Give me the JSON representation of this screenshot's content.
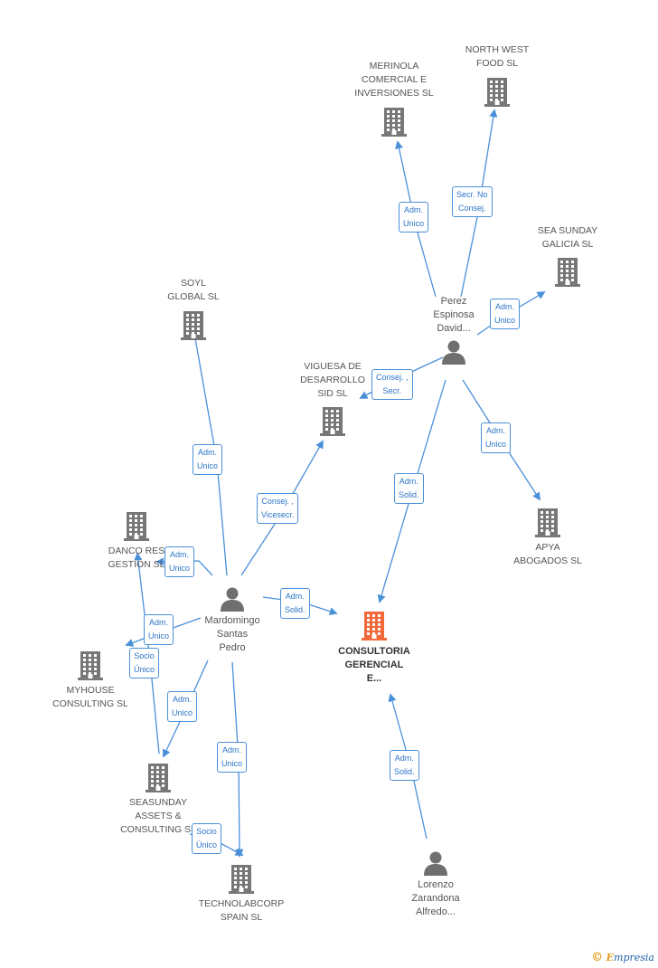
{
  "colors": {
    "edge": "#4a90d9",
    "company": "#777777",
    "main_company": "#f26a3a",
    "person": "#6f6f6f"
  },
  "nodes": {
    "merinola": "MERINOLA\nCOMERCIAL E\nINVERSIONES SL",
    "northwest": "NORTH WEST\nFOOD SL",
    "seasunday_galicia": "SEA SUNDAY\nGALICIA SL",
    "perez": "Perez\nEspinosa\nDavid...",
    "soyl": "SOYL\nGLOBAL SL",
    "viguesa": "VIGUESA DE\nDESARROLLO\nSID  SL",
    "apya": "APYA\nABOGADOS SL",
    "danco": "DANCO RES\nGESTION  SL",
    "mardomingo": "Mardomingo\nSantas\nPedro",
    "consultoria": "CONSULTORIA\nGERENCIAL\nE...",
    "myhouse": "MYHOUSE\nCONSULTING SL",
    "seasunday_assets": "SEASUNDAY\nASSETS &\nCONSULTING SL",
    "technolab": "TECHNOLABCORP\nSPAIN SL",
    "lorenzo": "Lorenzo\nZarandona\nAlfredo..."
  },
  "edge_labels": {
    "perez_merinola": "Adm.\nUnico",
    "perez_northwest": "Secr.  No\nConsej.",
    "perez_seasunday": "Adm.\nUnico",
    "perez_viguesa": "Consej. ,\nSecr.",
    "perez_apya": "Adm.\nUnico",
    "perez_consultoria": "Adm.\nSolid.",
    "mard_soyl": "Adm.\nUnico",
    "mard_viguesa": "Consej. ,\nVicesecr.",
    "mard_danco": "Adm.\nUnico",
    "mard_consultoria": "Adm.\nSolid.",
    "mard_myhouse": "Adm.\nUnico",
    "mard_seasunday_assets": "Adm.\nUnico",
    "mard_technolab": "Adm.\nUnico",
    "seasunday_danco": "Socio\nÚnico",
    "seasunday_technolab": "Socio\nÚnico",
    "lorenzo_consultoria": "Adm.\nSolid."
  },
  "brand": {
    "copyright": "©",
    "name_first": "E",
    "name_rest": "mpresia"
  }
}
